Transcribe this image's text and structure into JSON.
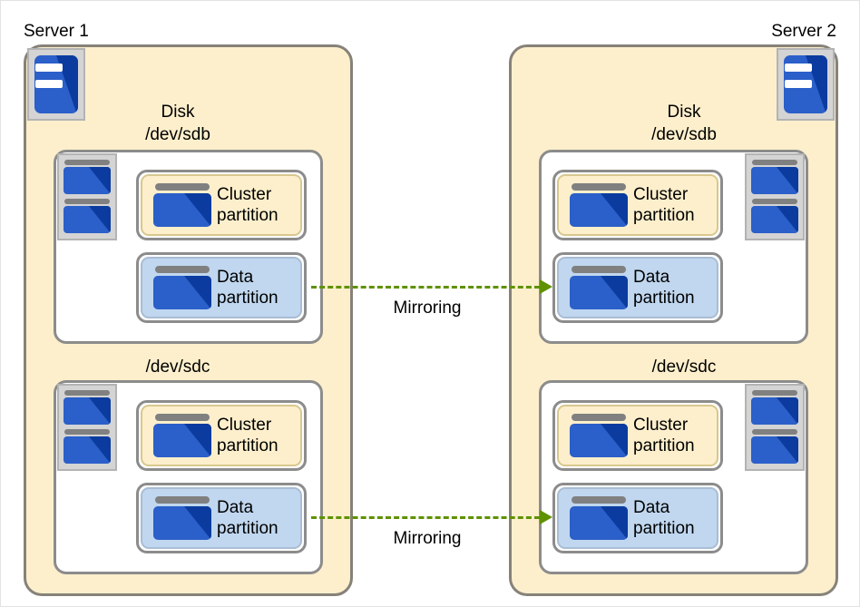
{
  "diagram": {
    "title_left": "Server 1",
    "title_right": "Server 2",
    "colors": {
      "server_fill": "#FDEFCC",
      "server_border": "#868279",
      "disk_box_fill": "#FFFFFF",
      "disk_box_border": "#8C8C8C",
      "cluster_partition_fill": "#FDEFCC",
      "data_partition_fill": "#C0D7EF",
      "mirror_arrow": "#5F9100",
      "icon_blue_light": "#2B5FC9",
      "icon_blue_dark": "#0B3B9E",
      "icon_gray": "#D4D4D4",
      "canvas_border": "#E3E3E3"
    }
  },
  "servers": [
    {
      "name": "Server 1",
      "icon": "server-tower-icon",
      "disks": [
        {
          "label_line1": "Disk",
          "label_line2": "/dev/sdb",
          "icon": "disk-unit-icon",
          "partitions": [
            {
              "type": "cluster",
              "line1": "Cluster",
              "line2": "partition",
              "icon": "partition-disk-icon"
            },
            {
              "type": "data",
              "line1": "Data",
              "line2": "partition",
              "icon": "partition-disk-icon"
            }
          ]
        },
        {
          "label_line1": "",
          "label_line2": "/dev/sdc",
          "icon": "disk-unit-icon",
          "partitions": [
            {
              "type": "cluster",
              "line1": "Cluster",
              "line2": "partition",
              "icon": "partition-disk-icon"
            },
            {
              "type": "data",
              "line1": "Data",
              "line2": "partition",
              "icon": "partition-disk-icon"
            }
          ]
        }
      ]
    },
    {
      "name": "Server 2",
      "icon": "server-tower-icon",
      "disks": [
        {
          "label_line1": "Disk",
          "label_line2": "/dev/sdb",
          "icon": "disk-unit-icon",
          "partitions": [
            {
              "type": "cluster",
              "line1": "Cluster",
              "line2": "partition",
              "icon": "partition-disk-icon"
            },
            {
              "type": "data",
              "line1": "Data",
              "line2": "partition",
              "icon": "partition-disk-icon"
            }
          ]
        },
        {
          "label_line1": "",
          "label_line2": "/dev/sdc",
          "icon": "disk-unit-icon",
          "partitions": [
            {
              "type": "cluster",
              "line1": "Cluster",
              "line2": "partition",
              "icon": "partition-disk-icon"
            },
            {
              "type": "data",
              "line1": "Data",
              "line2": "partition",
              "icon": "partition-disk-icon"
            }
          ]
        }
      ]
    }
  ],
  "connections": [
    {
      "label": "Mirroring",
      "from": "server1-sdb-data-partition",
      "to": "server2-sdb-data-partition",
      "style": "dashed-arrow"
    },
    {
      "label": "Mirroring",
      "from": "server1-sdc-data-partition",
      "to": "server2-sdc-data-partition",
      "style": "dashed-arrow"
    }
  ]
}
